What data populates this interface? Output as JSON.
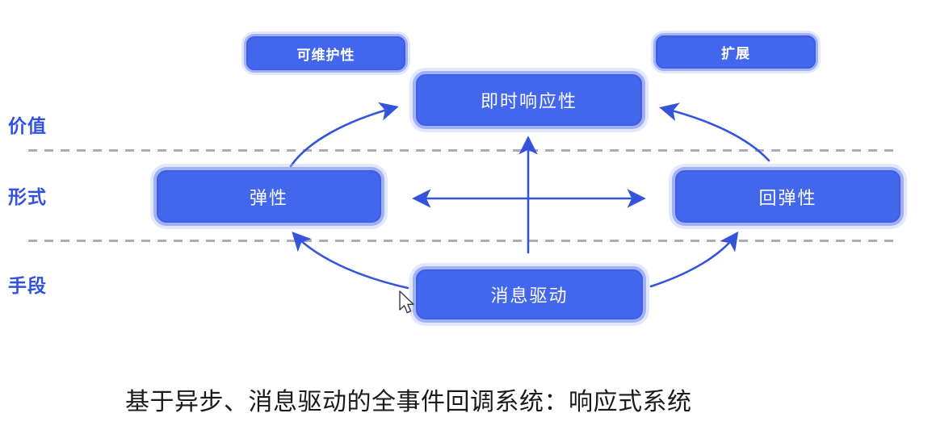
{
  "diagram": {
    "row_labels": [
      {
        "id": "value",
        "text": "价值"
      },
      {
        "id": "form",
        "text": "形式"
      },
      {
        "id": "means",
        "text": "手段"
      }
    ],
    "badges": [
      {
        "id": "maintainability",
        "text": "可维护性"
      },
      {
        "id": "extension",
        "text": "扩展"
      }
    ],
    "nodes": [
      {
        "id": "responsive",
        "text": "即时响应性"
      },
      {
        "id": "elastic",
        "text": "弹性"
      },
      {
        "id": "resilient",
        "text": "回弹性"
      },
      {
        "id": "message-driven",
        "text": "消息驱动"
      }
    ],
    "arrows": [
      "elastic-to-responsive",
      "resilient-to-responsive",
      "message-driven-to-elastic",
      "message-driven-to-resilient",
      "message-driven-to-responsive-vertical",
      "elastic-resilient-bidirectional"
    ]
  },
  "caption": {
    "text": "基于异步、消息驱动的全事件回调系统：响应式系统"
  },
  "colors": {
    "node_fill": "#4367EC",
    "node_edge": "#3D5DE3",
    "arrow": "#3454DC",
    "row_label": "#3351E0",
    "dash": "#ADADB5",
    "caption": "#1A1A1A",
    "background": "#FFFFFF"
  }
}
